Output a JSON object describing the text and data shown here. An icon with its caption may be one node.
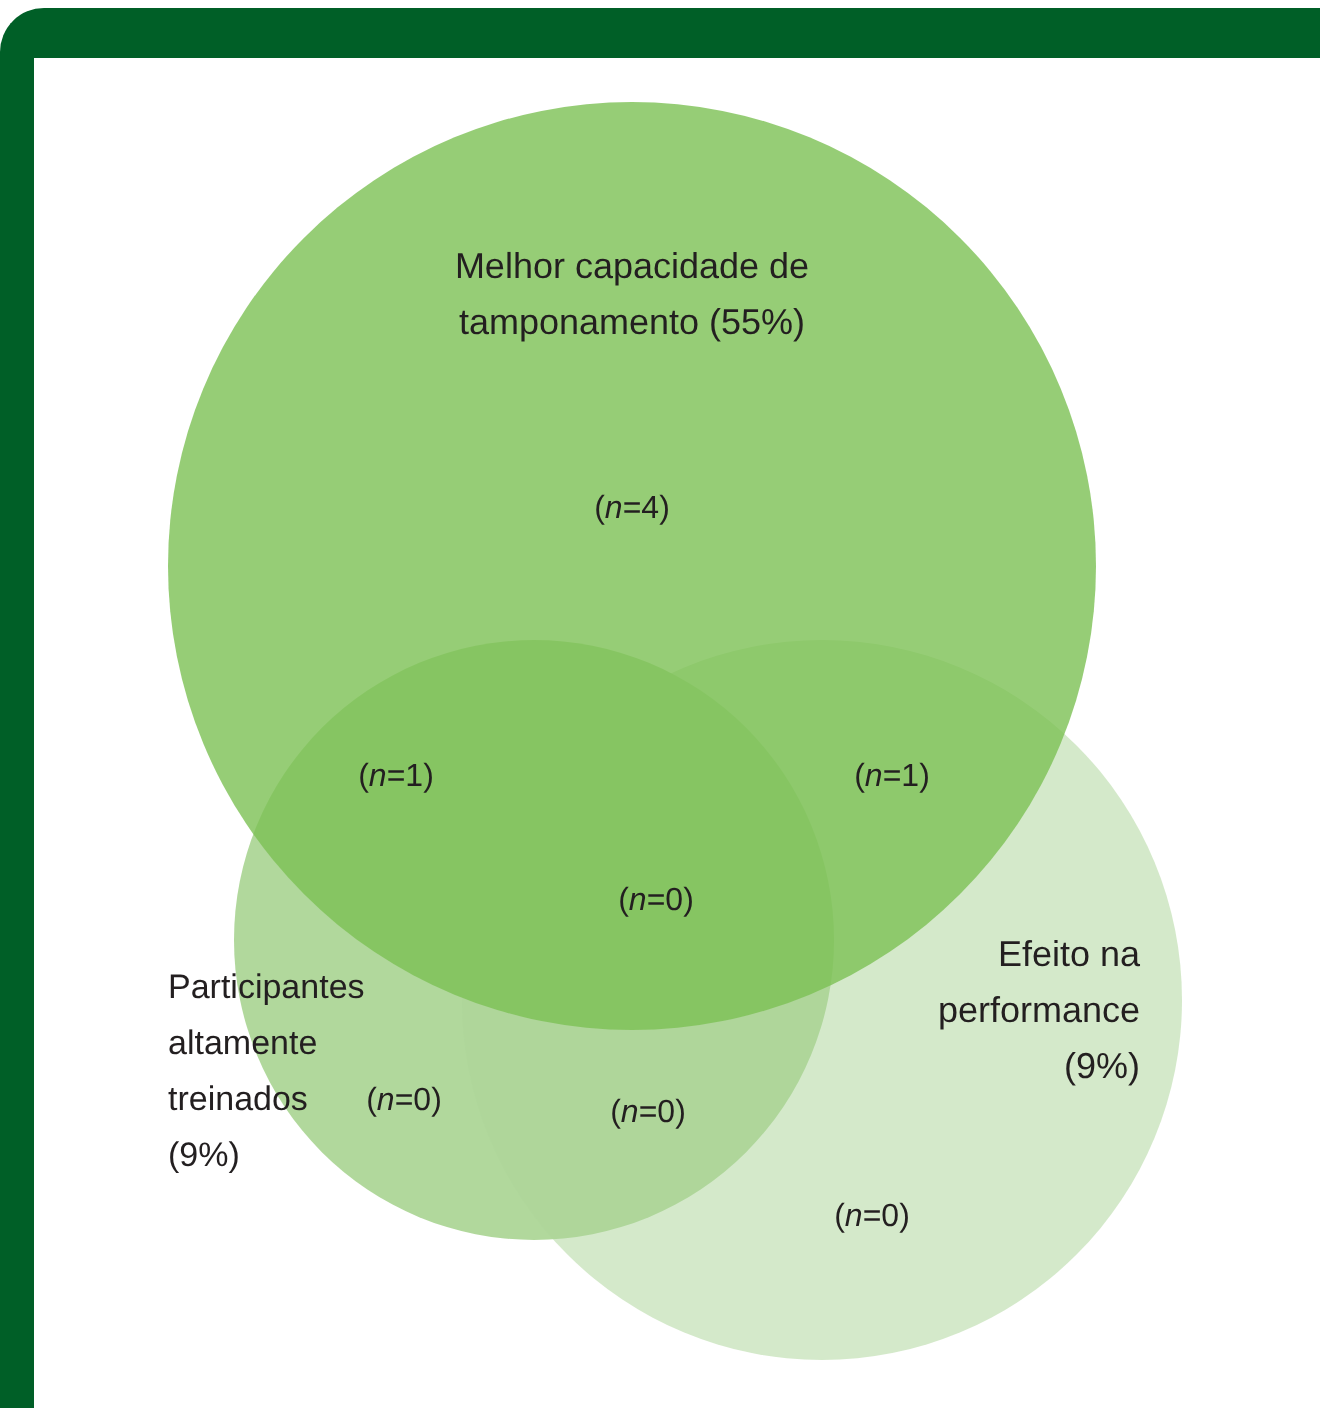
{
  "diagram": {
    "nodes": [
      {
        "text": [
          "Melhor capacidade de tamponamento (55%)",
          "(*n*=4)"
        ]
      },
      {
        "text": [
          "Participantes altamente treinados (9%)"
        ]
      },
      {
        "text": [
          "Efeito na performance (9%)"
        ]
      }
    ],
    "labels": [
      "(*n*=1)",
      "(*n*=1)",
      "(*n*=0)",
      "(*n*=0)",
      "(*n*=0)",
      "(*n*=0)"
    ]
  }
}
